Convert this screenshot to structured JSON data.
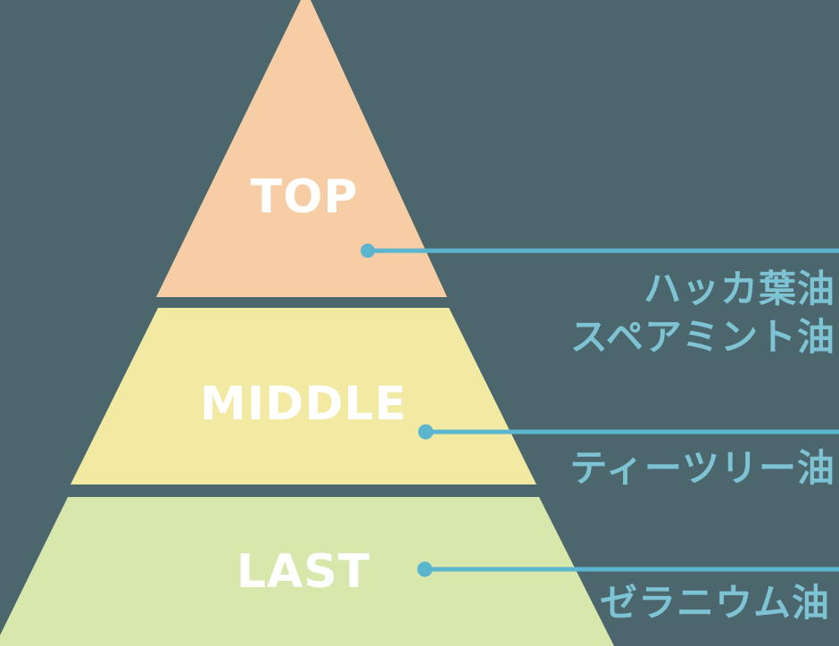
{
  "colors": {
    "background": "#4C666D",
    "connector": "#5BB5CE",
    "note_text": "#7EC3D3",
    "tier_label_text": "#FFFFFF"
  },
  "pyramid": {
    "tiers": [
      {
        "label": "TOP",
        "fill": "#F7CDA5",
        "notes": [
          "ハッカ葉油",
          "スペアミント油"
        ]
      },
      {
        "label": "MIDDLE",
        "fill": "#F2E9A2",
        "notes": [
          "ティーツリー油"
        ]
      },
      {
        "label": "LAST",
        "fill": "#D8E7AB",
        "notes": [
          "ゼラニウム油"
        ]
      }
    ]
  }
}
